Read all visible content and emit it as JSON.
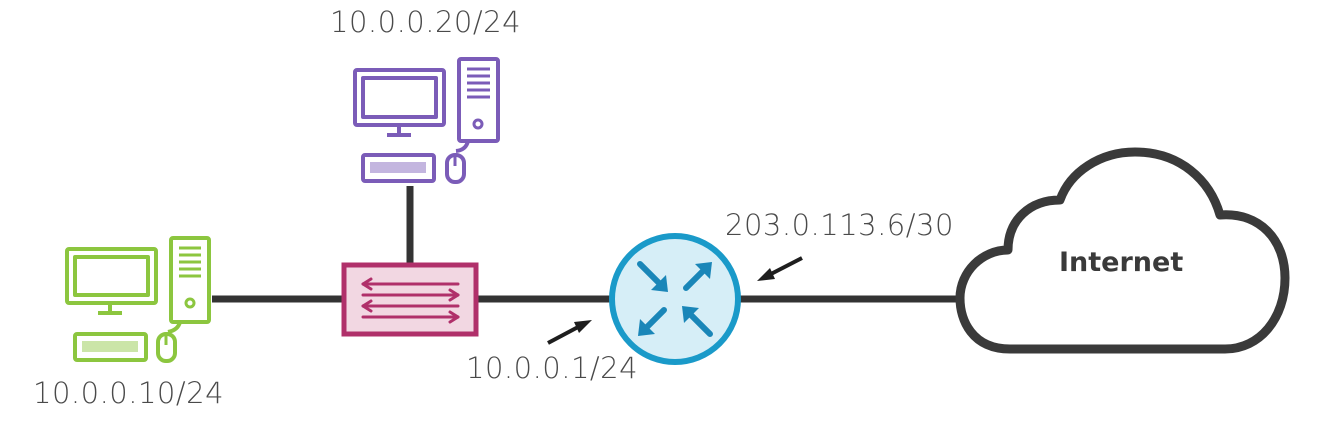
{
  "labels": {
    "pc_top_ip": "10.0.0.20/24",
    "pc_left_ip": "10.0.0.10/24",
    "router_wan_ip": "203.0.113.6/30",
    "router_lan_ip": "10.0.0.1/24",
    "cloud": "Internet"
  },
  "colors": {
    "pc_top": "#7b5cb8",
    "pc_left": "#8cc63f",
    "switch_border": "#b0306a",
    "switch_fill": "#f2d7e2",
    "router_border": "#1a9ac9",
    "router_fill": "#d6eef7",
    "router_arrows": "#1a86b8",
    "link": "#333333",
    "cloud_stroke": "#3a3a3a"
  },
  "icons": [
    "desktop-pc-icon",
    "desktop-pc-icon",
    "switch-icon",
    "router-icon",
    "cloud-icon",
    "pointer-arrow-icon"
  ]
}
